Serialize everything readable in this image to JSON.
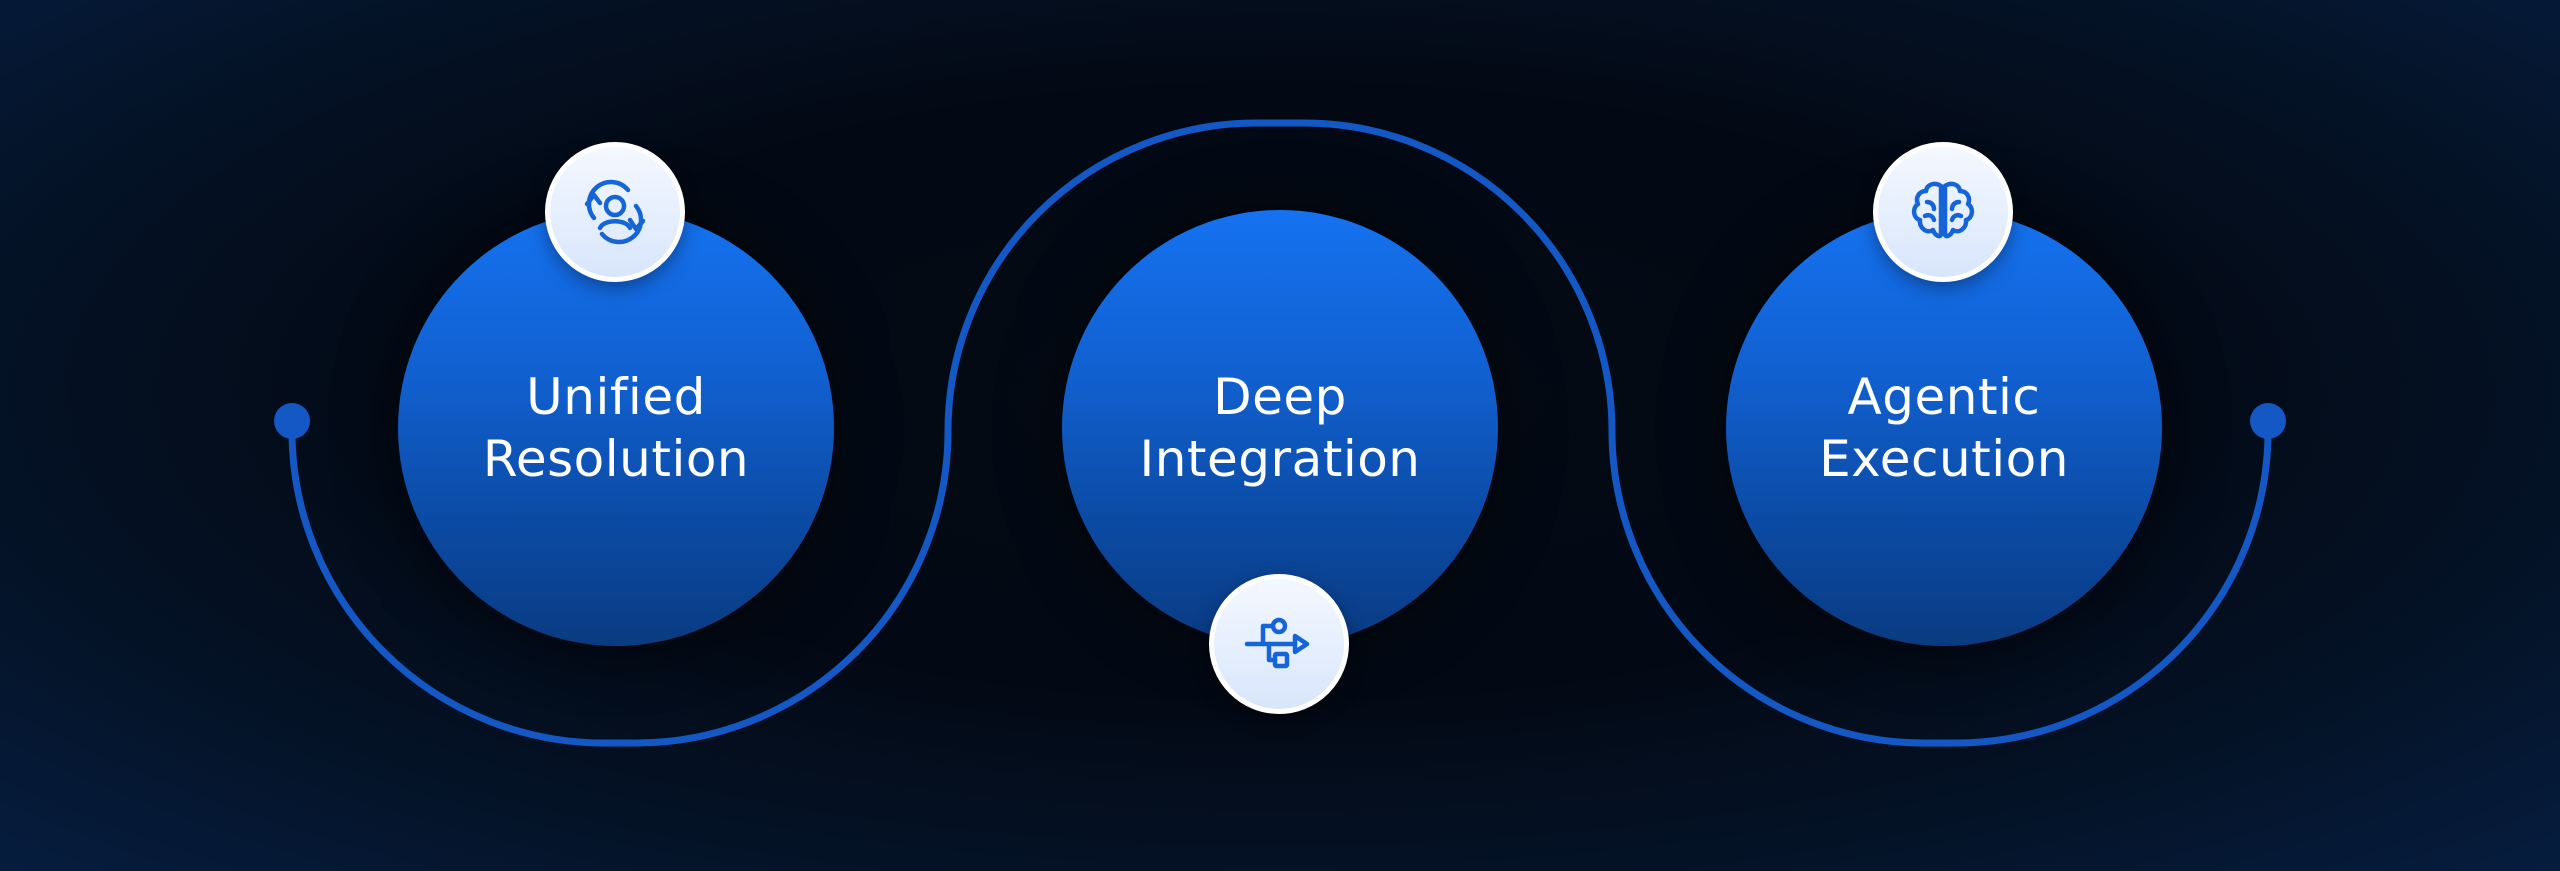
{
  "steps": [
    {
      "line1": "Unified",
      "line2": "Resolution",
      "icon": "user-sync-icon"
    },
    {
      "line1": "Deep",
      "line2": "Integration",
      "icon": "usb-integration-icon"
    },
    {
      "line1": "Agentic",
      "line2": "Execution",
      "icon": "brain-icon"
    }
  ],
  "colors": {
    "connector": "#1358c4",
    "circle_top": "#1572f0",
    "circle_bottom": "#0a3b82",
    "icon_stroke": "#1565d8",
    "badge_fill": "#e4eefc"
  }
}
